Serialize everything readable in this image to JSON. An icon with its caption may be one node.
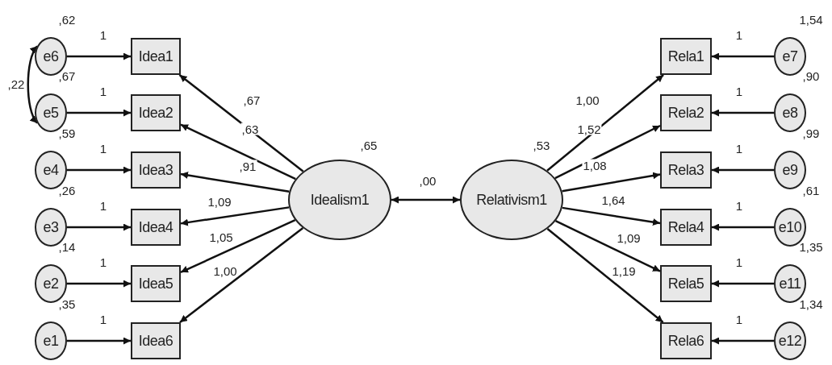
{
  "diagram": {
    "nodes": [
      {
        "text": [
          "Idealism1"
        ],
        "beside": [
          ",65"
        ]
      },
      {
        "text": [
          "Relativism1"
        ],
        "beside": [
          ",53"
        ]
      },
      {
        "text": [
          "Idea1"
        ]
      },
      {
        "text": [
          "Idea2"
        ]
      },
      {
        "text": [
          "Idea3"
        ]
      },
      {
        "text": [
          "Idea4"
        ]
      },
      {
        "text": [
          "Idea5"
        ]
      },
      {
        "text": [
          "Idea6"
        ]
      },
      {
        "text": [
          "e6"
        ]
      },
      {
        "text": [
          "e5"
        ]
      },
      {
        "text": [
          "e4"
        ]
      },
      {
        "text": [
          "e3"
        ]
      },
      {
        "text": [
          "e2"
        ]
      },
      {
        "text": [
          "e1"
        ]
      },
      {
        "text": [
          "Rela1"
        ]
      },
      {
        "text": [
          "Rela2"
        ]
      },
      {
        "text": [
          "Rela3"
        ]
      },
      {
        "text": [
          "Rela4"
        ]
      },
      {
        "text": [
          "Rela5"
        ]
      },
      {
        "text": [
          "Rela6"
        ]
      },
      {
        "text": [
          "e7"
        ]
      },
      {
        "text": [
          "e8"
        ]
      },
      {
        "text": [
          "e9"
        ]
      },
      {
        "text": [
          "e10"
        ]
      },
      {
        "text": [
          "e11"
        ]
      },
      {
        "text": [
          "e12"
        ]
      }
    ],
    "edges": [
      {
        "from": 8,
        "to": 2,
        "arrow": "to",
        "label": "1"
      },
      {
        "from": 9,
        "to": 3,
        "arrow": "to",
        "label": "1"
      },
      {
        "from": 10,
        "to": 4,
        "arrow": "to",
        "label": "1"
      },
      {
        "from": 11,
        "to": 5,
        "arrow": "to",
        "label": "1"
      },
      {
        "from": 12,
        "to": 6,
        "arrow": "to",
        "label": "1"
      },
      {
        "from": 13,
        "to": 7,
        "arrow": "to",
        "label": "1"
      },
      {
        "from": 8,
        "to": 9,
        "arrow": "both",
        "label": ",22"
      },
      {
        "from": 0,
        "to": 2,
        "arrow": "to",
        "label": ",67"
      },
      {
        "from": 0,
        "to": 3,
        "arrow": "to",
        "label": ",63"
      },
      {
        "from": 0,
        "to": 4,
        "arrow": "to",
        "label": ",91"
      },
      {
        "from": 0,
        "to": 5,
        "arrow": "to",
        "label": "1,09"
      },
      {
        "from": 0,
        "to": 6,
        "arrow": "to",
        "label": "1,05"
      },
      {
        "from": 0,
        "to": 7,
        "arrow": "to",
        "label": "1,00"
      },
      {
        "from": 0,
        "to": 1,
        "arrow": "both",
        "label": ",00"
      },
      {
        "from": 1,
        "to": 14,
        "arrow": "to",
        "label": "1,00"
      },
      {
        "from": 1,
        "to": 15,
        "arrow": "to",
        "label": "1,52"
      },
      {
        "from": 1,
        "to": 16,
        "arrow": "to",
        "label": "1,08"
      },
      {
        "from": 1,
        "to": 17,
        "arrow": "to",
        "label": "1,64"
      },
      {
        "from": 1,
        "to": 18,
        "arrow": "to",
        "label": "1,09"
      },
      {
        "from": 1,
        "to": 19,
        "arrow": "to",
        "label": "1,19"
      },
      {
        "from": 20,
        "to": 14,
        "arrow": "to",
        "label": "1"
      },
      {
        "from": 21,
        "to": 15,
        "arrow": "to",
        "label": "1"
      },
      {
        "from": 22,
        "to": 16,
        "arrow": "to",
        "label": "1"
      },
      {
        "from": 23,
        "to": 17,
        "arrow": "to",
        "label": "1"
      },
      {
        "from": 24,
        "to": 18,
        "arrow": "to",
        "label": "1"
      },
      {
        "from": 25,
        "to": 19,
        "arrow": "to",
        "label": "1"
      }
    ],
    "labels": [
      ",62",
      "1,54",
      ",67",
      ",90",
      ",59",
      ",99",
      ",26",
      ",61",
      ",14",
      "1,35",
      ",35",
      "1,34"
    ]
  }
}
